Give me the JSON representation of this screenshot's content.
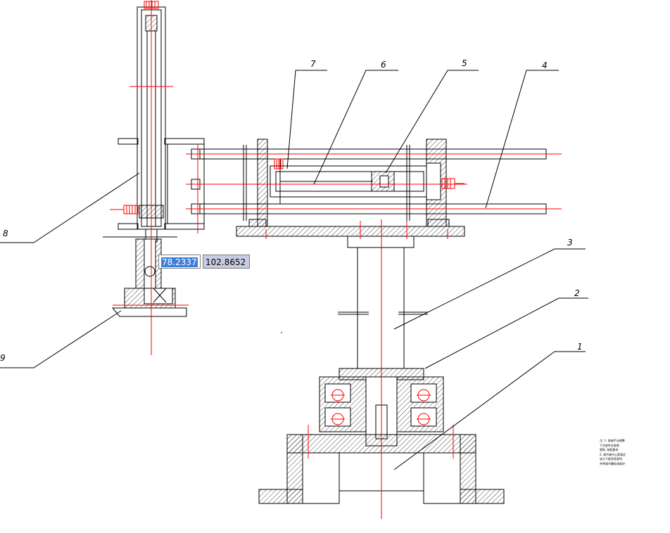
{
  "drawing": {
    "part_labels": [
      "1",
      "2",
      "3",
      "4",
      "5",
      "6",
      "7",
      "8",
      "9"
    ]
  },
  "coordinate_input": {
    "x_value": "78.2337",
    "y_value": "102.8652"
  },
  "notes": {
    "lines": [
      "注: 1. 各轴手动调整",
      "干涉部件应参照",
      "图纸, 装配要求.",
      "2. 调节轴中心距离应",
      "该大于配合距离时,",
      "并将调节螺栓调紧护."
    ]
  },
  "colors": {
    "line": "#000000",
    "centerline": "#ff0000",
    "selection": "#3d7fd8",
    "input_bg": "#c8cce0"
  }
}
